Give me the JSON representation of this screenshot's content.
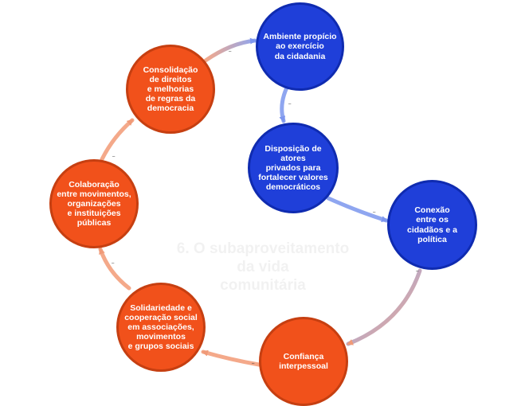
{
  "watermark": "6. O subaproveitamento\nda vida\ncomunitária",
  "colors": {
    "blue_fill": "#1f3fd9",
    "orange_fill": "#f1511b",
    "arrow_blue": "#8fa6f0",
    "arrow_orange": "#f4a98a"
  },
  "nodes": [
    {
      "id": "ambiente",
      "label": "Ambiente propício\nao exercício\nda cidadania",
      "color": "blue"
    },
    {
      "id": "disposicao",
      "label": "Disposição de\natores\nprivados para\nfortalecer valores\ndemocráticos",
      "color": "blue"
    },
    {
      "id": "conexao",
      "label": "Conexão\nentre os\ncidadãos e a\npolítica",
      "color": "blue"
    },
    {
      "id": "confianca",
      "label": "Confiança\ninterpessoal",
      "color": "orange"
    },
    {
      "id": "solidariedade",
      "label": "Solidariedade e\ncooperação social\nem associações,\nmovimentos\ne grupos sociais",
      "color": "orange"
    },
    {
      "id": "colaboracao",
      "label": "Colaboração\nentre movimentos,\norganizações\ne instituições\npúblicas",
      "color": "orange"
    },
    {
      "id": "consolidacao",
      "label": "Consolidação\nde direitos\ne melhorias\nde regras da\ndemocracia",
      "color": "orange"
    }
  ],
  "edges": [
    {
      "from": "consolidacao",
      "to": "ambiente",
      "label": "–"
    },
    {
      "from": "ambiente",
      "to": "disposicao",
      "label": "–"
    },
    {
      "from": "disposicao",
      "to": "conexao",
      "label": "–"
    },
    {
      "from": "conexao",
      "to": "confianca",
      "label": "–"
    },
    {
      "from": "confianca",
      "to": "solidariedade",
      "label": "–"
    },
    {
      "from": "solidariedade",
      "to": "colaboracao",
      "label": "–"
    },
    {
      "from": "colaboracao",
      "to": "consolidacao",
      "label": "–"
    }
  ]
}
